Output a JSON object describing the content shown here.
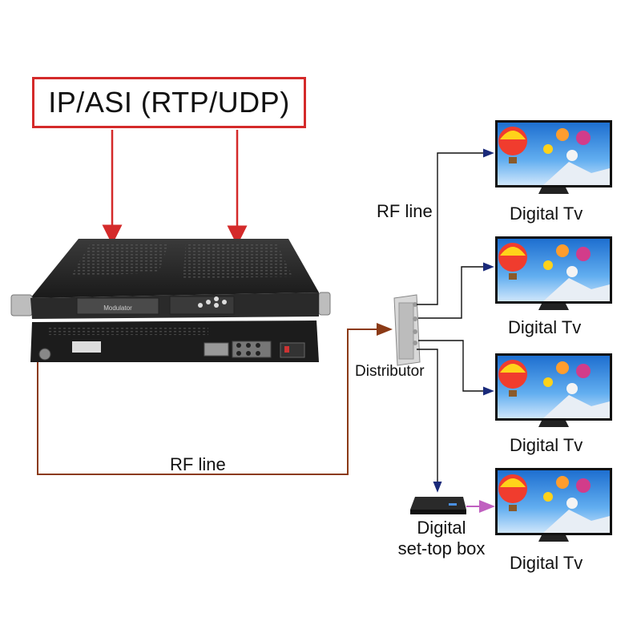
{
  "source": {
    "label": "IP/ASI (RTP/UDP)"
  },
  "device": {
    "front_label": "Modulator"
  },
  "links": {
    "rf_line_bottom": "RF line",
    "rf_line_top": "RF line"
  },
  "distributor": {
    "label": "Distributor"
  },
  "set_top_box": {
    "label_line1": "Digital",
    "label_line2": "set-top box"
  },
  "tvs": [
    {
      "label": "Digital Tv"
    },
    {
      "label": "Digital Tv"
    },
    {
      "label": "Digital Tv"
    },
    {
      "label": "Digital Tv"
    }
  ],
  "colors": {
    "input_border": "#d42a2a",
    "input_arrow": "#d42a2a",
    "rf_cable": "#8b3a16",
    "signal_arrow": "#1a2a7a",
    "hdmi_arrow": "#c060c0"
  }
}
